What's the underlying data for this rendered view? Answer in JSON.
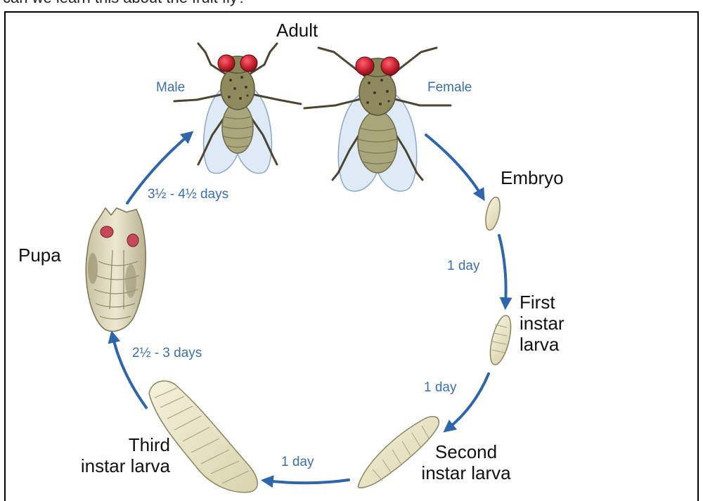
{
  "cutoff_text": "can we learn this about the fruit fly?",
  "stages": {
    "adult": "Adult",
    "male": "Male",
    "female": "Female",
    "embryo": "Embryo",
    "first_instar": [
      "First",
      "instar",
      "larva"
    ],
    "second_instar": [
      "Second",
      "instar larva"
    ],
    "third_instar": [
      "Third",
      "instar larva"
    ],
    "pupa": "Pupa"
  },
  "durations": {
    "embryo_to_first": "1 day",
    "first_to_second": "1 day",
    "second_to_third": "1 day",
    "third_to_pupa": "2½ - 3 days",
    "pupa_to_adult": "3½ - 4½ days"
  },
  "colors": {
    "arrow": "#2f66aa",
    "duration_text": "#3a6fb0",
    "larva_fill": "#e8e4c4",
    "larva_stroke": "#8a8560",
    "fly_body": "#9a956a",
    "fly_eye": "#c4202e",
    "wing_fill": "#d8e8f4",
    "wing_stroke": "#8aa8c8"
  }
}
